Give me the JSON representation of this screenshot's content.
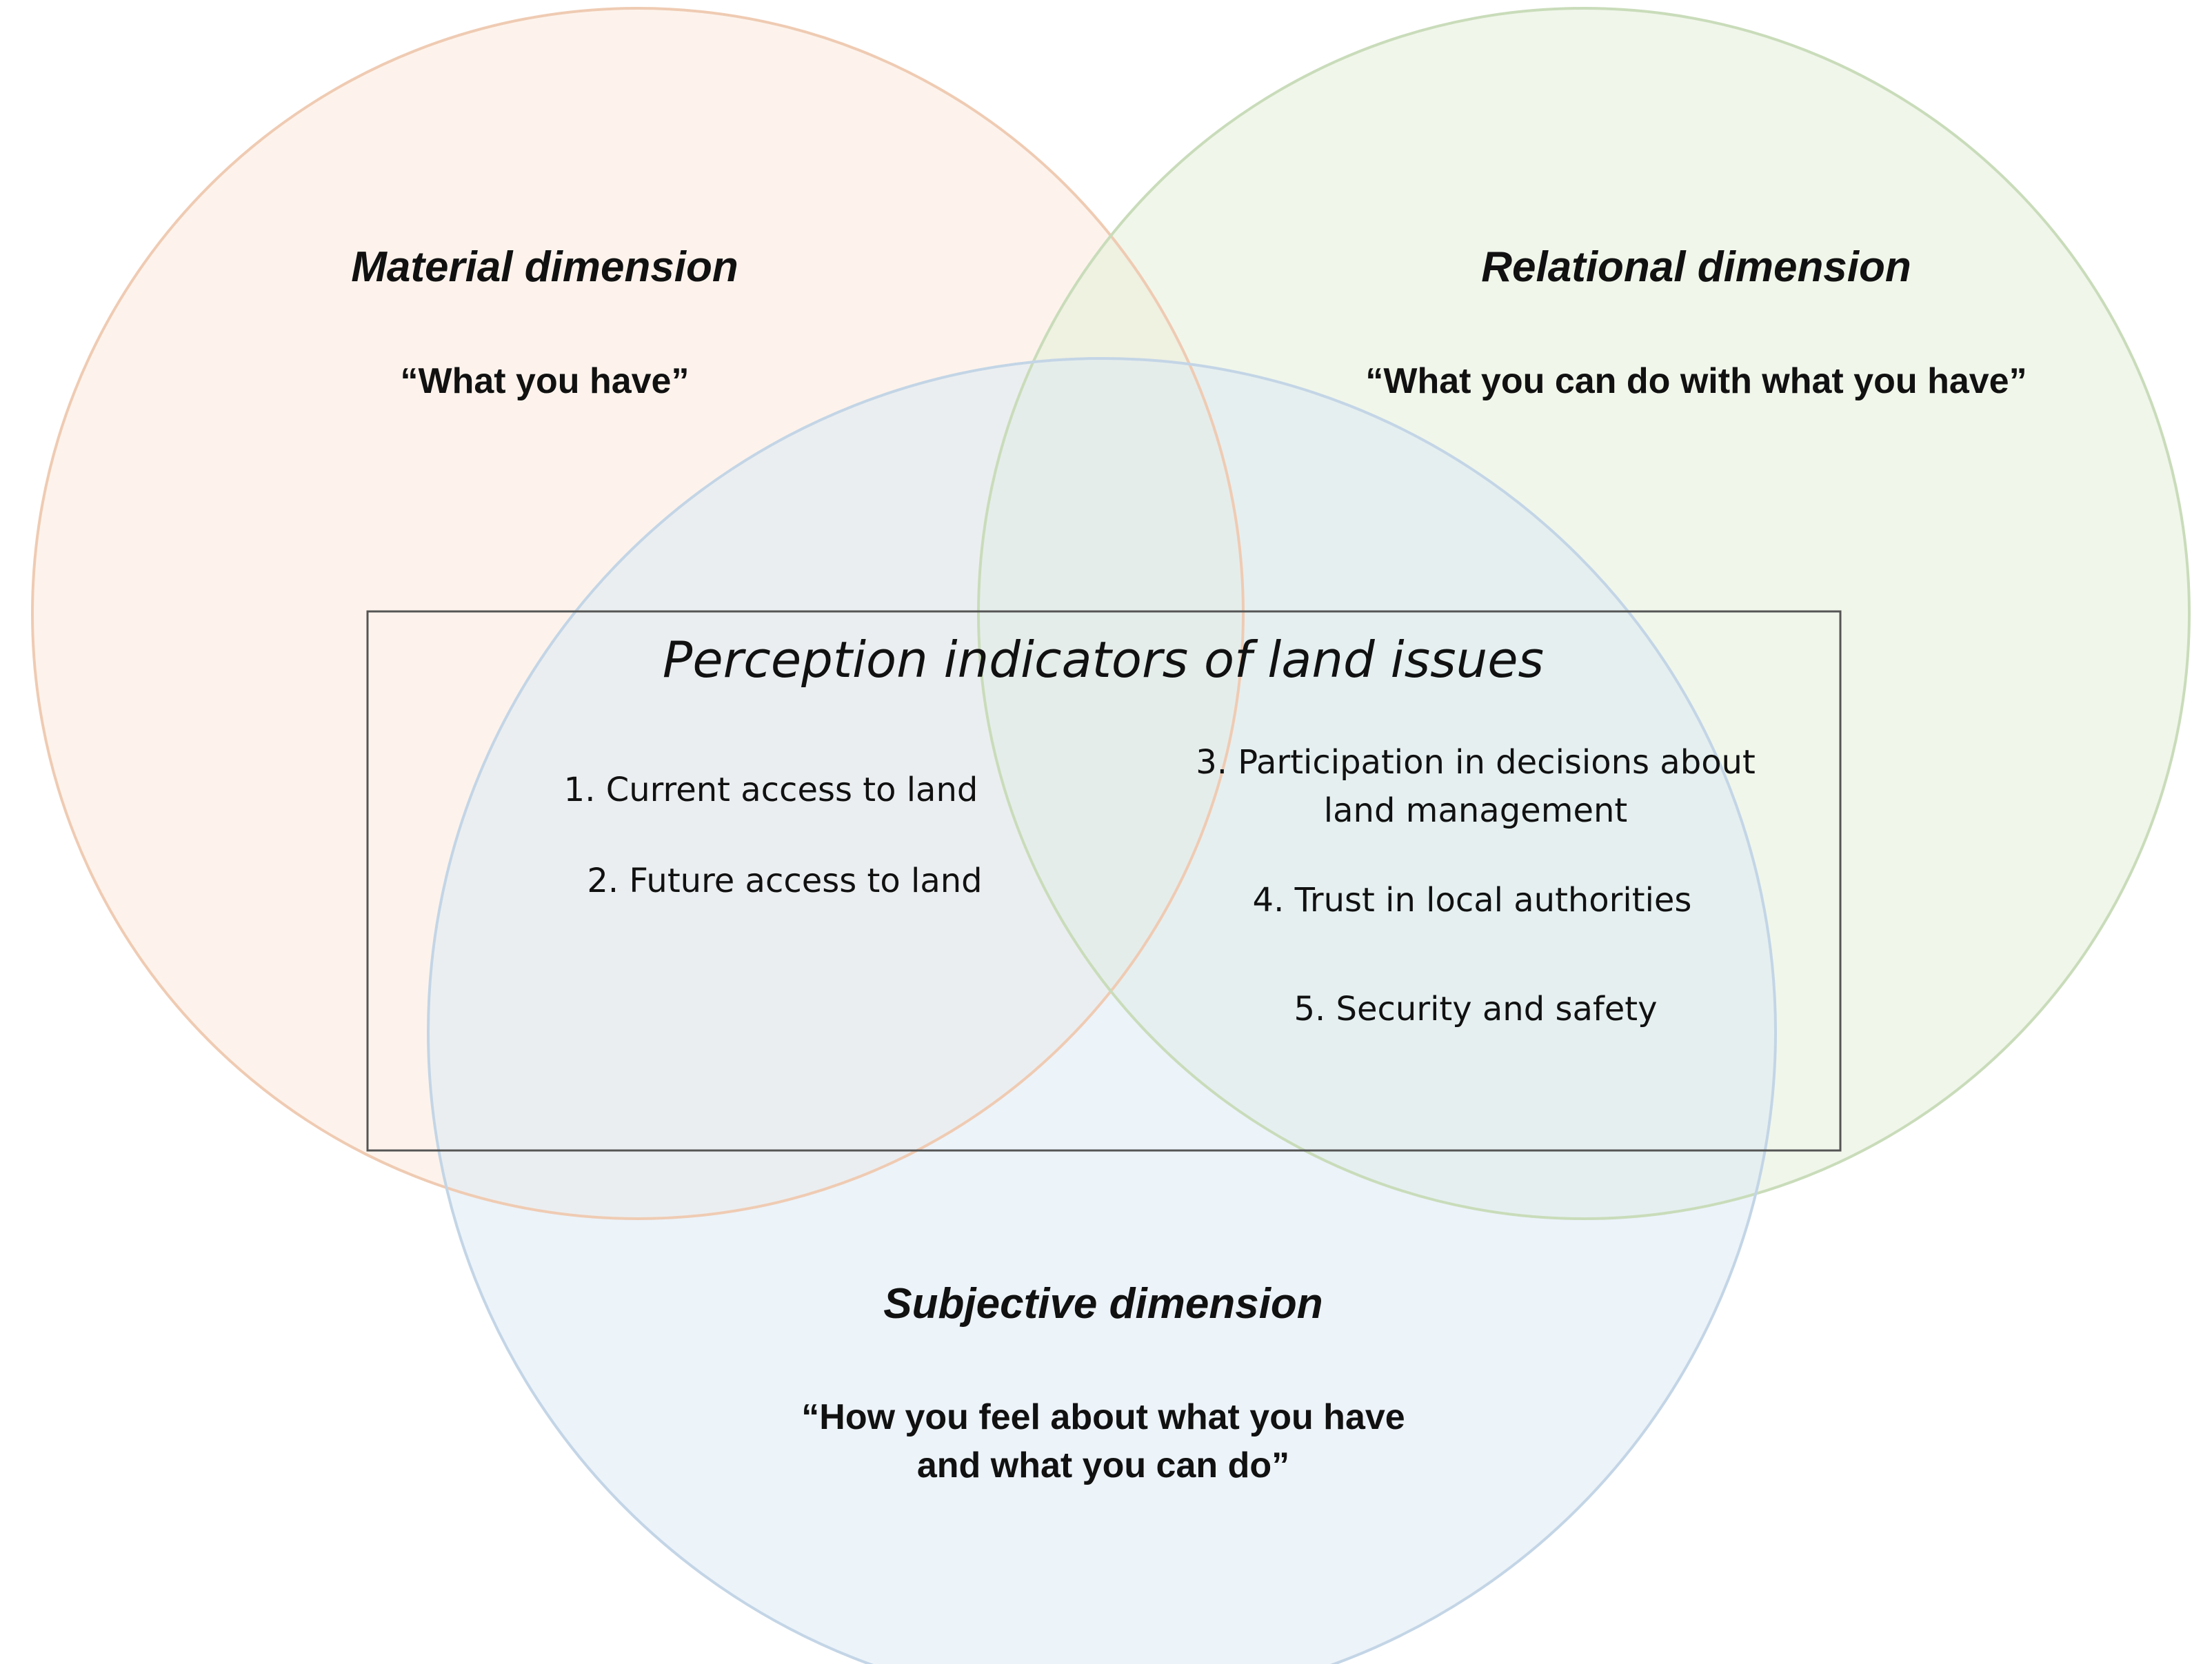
{
  "colors": {
    "material": "#fce9dc",
    "material_stroke": "#efcbb3",
    "relational": "#e3efd9",
    "relational_stroke": "#c9dcba",
    "subjective": "#dde9f4",
    "subjective_stroke": "#c3d5e6",
    "frame": "#555555",
    "text": "#111111"
  },
  "dimensions": {
    "material": {
      "title": "Material dimension",
      "quote": "“What you have”"
    },
    "relational": {
      "title": "Relational dimension",
      "quote": "“What you can do with what you have”"
    },
    "subjective": {
      "title": "Subjective dimension",
      "quote_line1": "“How you feel about what you have",
      "quote_line2": "and what you can do”"
    }
  },
  "indicators": {
    "title": "Perception indicators of land issues",
    "item1": "1. Current access to land",
    "item2": "2. Future access to land",
    "item3_line1": "3. Participation in decisions about",
    "item3_line2": "land management",
    "item4": "4. Trust in local authorities",
    "item5": "5. Security and safety"
  }
}
